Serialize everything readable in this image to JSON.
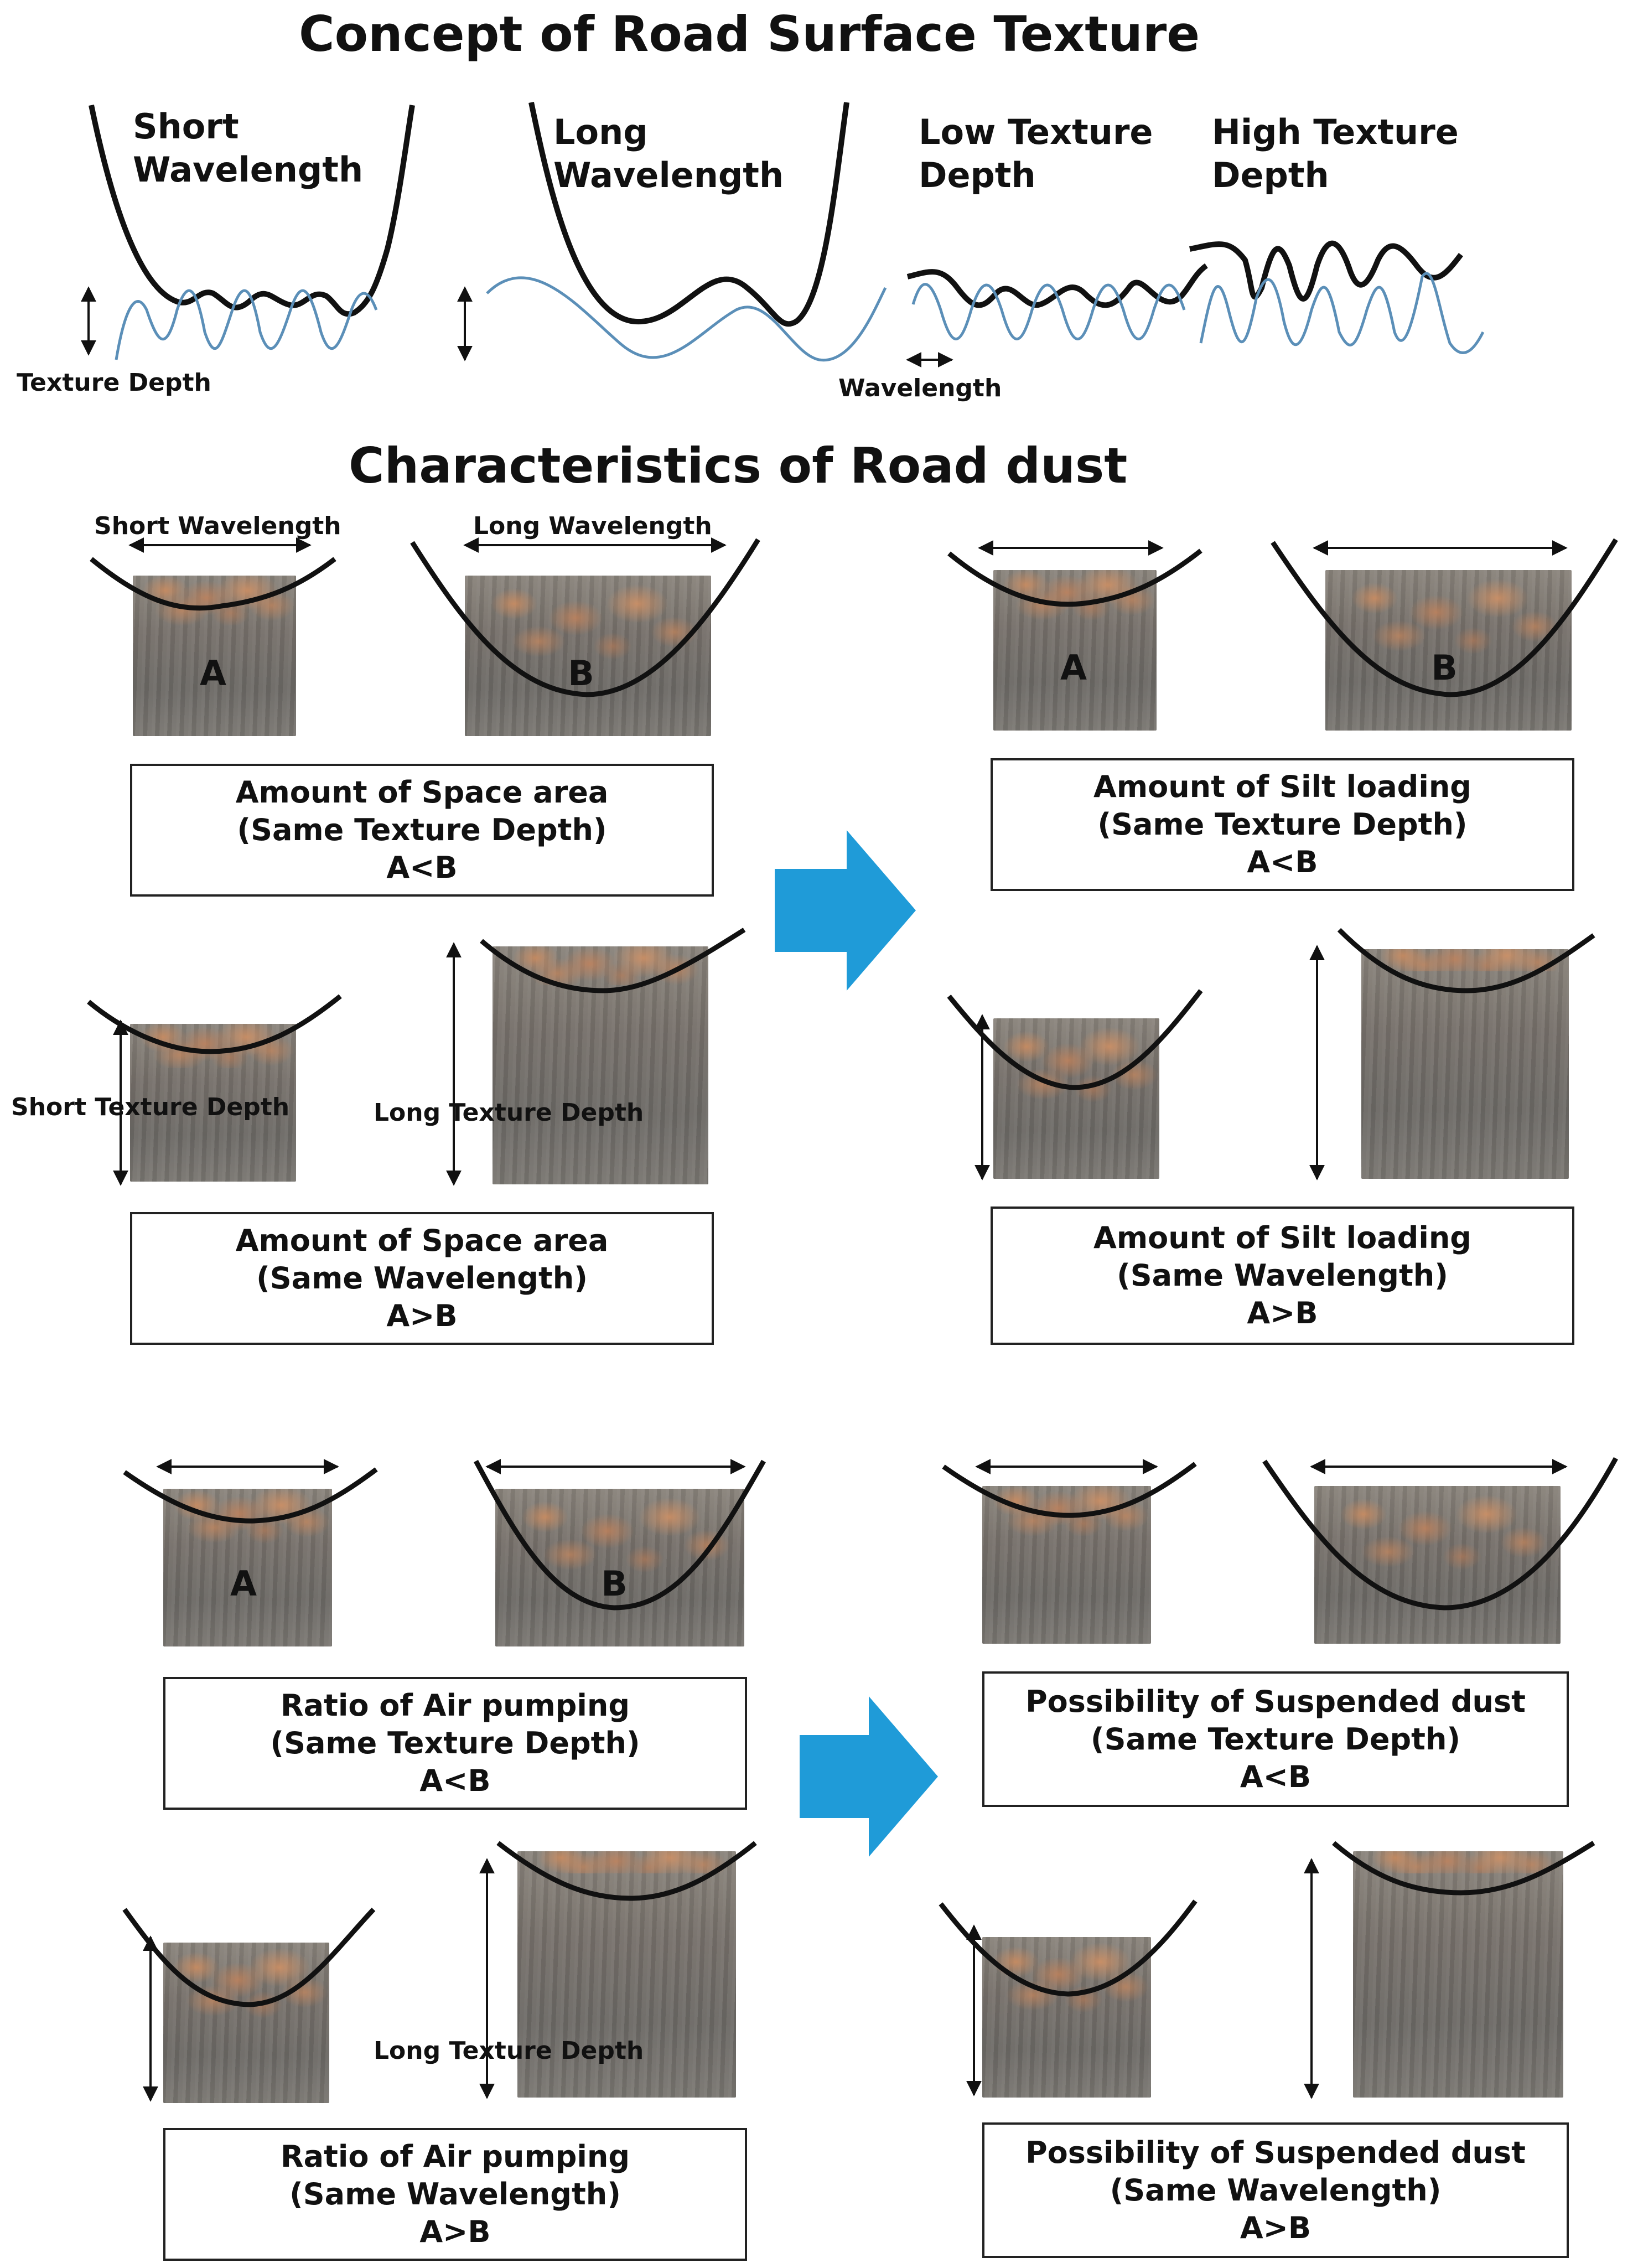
{
  "titles": {
    "concept": "Concept of Road Surface Texture",
    "characteristics": "Characteristics of Road dust"
  },
  "concept": {
    "short_wavelength": [
      "Short",
      "Wavelength"
    ],
    "long_wavelength": [
      "Long",
      "Wavelength"
    ],
    "low_texture_depth": [
      "Low Texture",
      "Depth"
    ],
    "high_texture_depth": [
      "High Texture",
      "Depth"
    ],
    "texture_depth": "Texture Depth",
    "wavelength": "Wavelength"
  },
  "labels": {
    "short_wavelength": "Short Wavelength",
    "long_wavelength": "Long Wavelength",
    "short_texture_depth": "Short Texture Depth",
    "long_texture_depth": "Long Texture Depth",
    "long_texture_depth_2": "Long Texture Depth",
    "letter_a": "A",
    "letter_b": "B"
  },
  "boxes": {
    "space_depth": {
      "line1": "Amount of Space area",
      "line2": "(Same Texture Depth)",
      "line3": "A<B"
    },
    "silt_depth": {
      "line1": "Amount of Silt loading",
      "line2": "(Same Texture Depth)",
      "line3": "A<B"
    },
    "space_wave": {
      "line1": "Amount of Space area",
      "line2": "(Same Wavelength)",
      "line3": "A>B"
    },
    "silt_wave": {
      "line1": "Amount of Silt loading",
      "line2": "(Same Wavelength)",
      "line3": "A>B"
    },
    "air_depth": {
      "line1": "Ratio of Air pumping",
      "line2": "(Same Texture Depth)",
      "line3": "A<B"
    },
    "susp_depth": {
      "line1": "Possibility of Suspended dust",
      "line2": "(Same Texture Depth)",
      "line3": "A<B"
    },
    "air_wave": {
      "line1": "Ratio of Air pumping",
      "line2": "(Same Wavelength)",
      "line3": "A>B"
    },
    "susp_wave": {
      "line1": "Possibility of Suspended dust",
      "line2": "(Same Wavelength)",
      "line3": "A>B"
    }
  },
  "colors": {
    "arrow": "#1f9bd8",
    "wave_blue": "#5b8fb8",
    "curve": "#111111"
  }
}
